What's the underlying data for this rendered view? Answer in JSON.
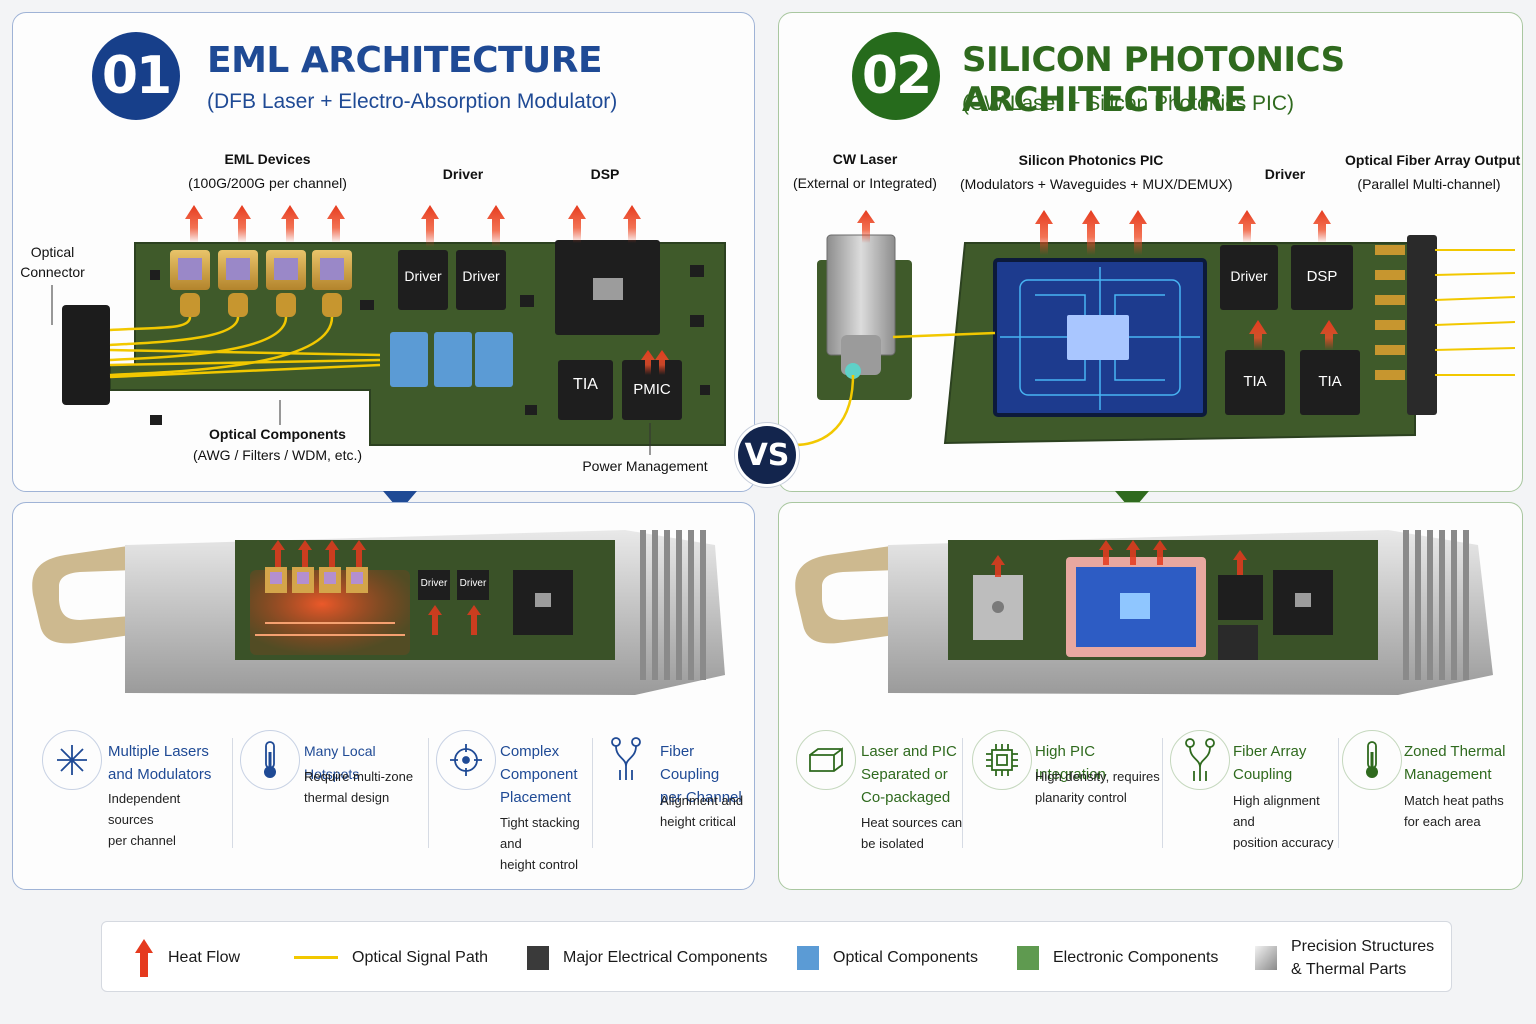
{
  "eml": {
    "number": "01",
    "title": "EML ARCHITECTURE",
    "subtitle": "(DFB Laser + Electro-Absorption Modulator)",
    "labels": {
      "eml_devices": "EML Devices",
      "eml_devices_sub": "(100G/200G per channel)",
      "driver": "Driver",
      "dsp": "DSP",
      "optical_connector_1": "Optical",
      "optical_connector_2": "Connector",
      "optical_components": "Optical Components",
      "optical_components_sub": "(AWG / Filters / WDM, etc.)",
      "power_management": "Power Management"
    },
    "chips": {
      "driver_1": "Driver",
      "driver_2": "Driver",
      "tia": "TIA",
      "pmic": "PMIC",
      "module_driver_1": "Driver",
      "module_driver_2": "Driver"
    },
    "features": [
      {
        "title_1": "Multiple Lasers",
        "title_2": "and Modulators",
        "desc_1": "Independent sources",
        "desc_2": "per channel",
        "icon": "starburst-icon"
      },
      {
        "title_1": "Many Local Hotspots",
        "desc_1": "Require multi-zone",
        "desc_2": "thermal design",
        "icon": "thermometer-icon"
      },
      {
        "title_1": "Complex",
        "title_2": "Component",
        "title_3": "Placement",
        "desc_1": "Tight stacking and",
        "desc_2": "height control",
        "icon": "crosshair-icon"
      },
      {
        "title_1": "Fiber Coupling",
        "title_2": "per Channel",
        "desc_1": "Alignment and",
        "desc_2": "height critical",
        "icon": "fiber-coupling-icon"
      }
    ]
  },
  "sip": {
    "number": "02",
    "title": "SILICON PHOTONICS ARCHITECTURE",
    "subtitle": "(CW Laser + Silicon Photonics PIC)",
    "labels": {
      "cw_laser": "CW Laser",
      "cw_laser_sub": "(External or Integrated)",
      "sip_pic": "Silicon Photonics PIC",
      "sip_pic_sub": "(Modulators + Waveguides + MUX/DEMUX)",
      "driver": "Driver",
      "fiber_output": "Optical Fiber Array Output",
      "fiber_output_sub": "(Parallel Multi-channel)"
    },
    "chips": {
      "driver": "Driver",
      "dsp": "DSP",
      "tia_1": "TIA",
      "tia_2": "TIA"
    },
    "features": [
      {
        "title_1": "Laser and PIC",
        "title_2": "Separated or",
        "title_3": "Co-packaged",
        "desc_1": "Heat sources can",
        "desc_2": "be isolated",
        "icon": "laser-box-icon"
      },
      {
        "title_1": "High PIC Integration",
        "desc_1": "High density, requires",
        "desc_2": "planarity control",
        "icon": "chip-icon"
      },
      {
        "title_1": "Fiber Array",
        "title_2": "Coupling",
        "desc_1": "High alignment and",
        "desc_2": "position accuracy",
        "icon": "fiber-array-icon"
      },
      {
        "title_1": "Zoned Thermal",
        "title_2": "Management",
        "desc_1": "Match heat paths",
        "desc_2": "for each area",
        "icon": "thermometer-icon"
      }
    ]
  },
  "vs": "VS",
  "legend": [
    {
      "label": "Heat Flow",
      "icon": "heat-arrow-icon"
    },
    {
      "label": "Optical Signal Path",
      "icon": "yellow-line-icon"
    },
    {
      "label": "Major Electrical Components",
      "icon": "dark-square-icon"
    },
    {
      "label": "Optical Components",
      "icon": "blue-square-icon"
    },
    {
      "label": "Electronic Components",
      "icon": "green-square-icon"
    },
    {
      "label_1": "Precision Structures",
      "label_2": "& Thermal Parts",
      "icon": "gradient-square-icon"
    }
  ],
  "colors": {
    "eml_accent": "#1f4a95",
    "sip_accent": "#2f6a1e",
    "pcb_green": "#3f5a2a",
    "heat_red": "#e53a1e",
    "optical_yellow": "#f2c800",
    "optical_blue": "#5b9bd5"
  }
}
